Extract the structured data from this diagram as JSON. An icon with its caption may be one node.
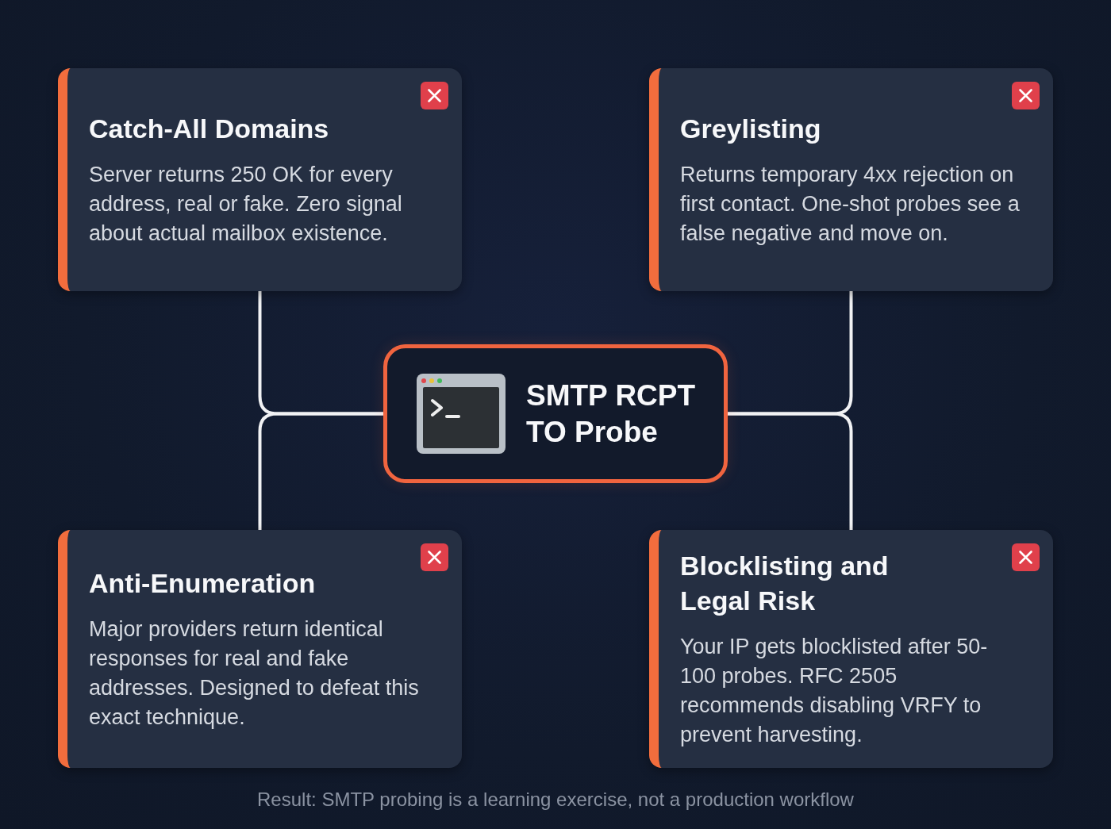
{
  "diagram": {
    "caption": "Result: SMTP probing is a learning exercise, not a production workflow",
    "nodes": [
      {
        "text": [
          "Catch-All Domains",
          "Server returns 250 OK for every address, real or fake. Zero signal about actual mailbox existence."
        ]
      },
      {
        "text": [
          "Greylisting",
          "Returns temporary 4xx rejection on first contact. One-shot probes see a false negative and move on."
        ]
      },
      {
        "text": [
          "SMTP RCPT TO Probe"
        ]
      },
      {
        "text": [
          "Anti-Enumeration",
          "Major providers return identical responses for real and fake addresses. Designed to defeat this exact technique."
        ]
      },
      {
        "text": [
          "Blocklisting and Legal Risk",
          "Your IP gets blocklisted after 50-100 probes. RFC 2505 recommends disabling VRFY to prevent harvesting."
        ]
      }
    ],
    "edges": [
      {
        "from": 2,
        "to": 0,
        "arrow": "none"
      },
      {
        "from": 2,
        "to": 1,
        "arrow": "none"
      },
      {
        "from": 2,
        "to": 3,
        "arrow": "none"
      },
      {
        "from": 2,
        "to": 4,
        "arrow": "none"
      }
    ]
  }
}
